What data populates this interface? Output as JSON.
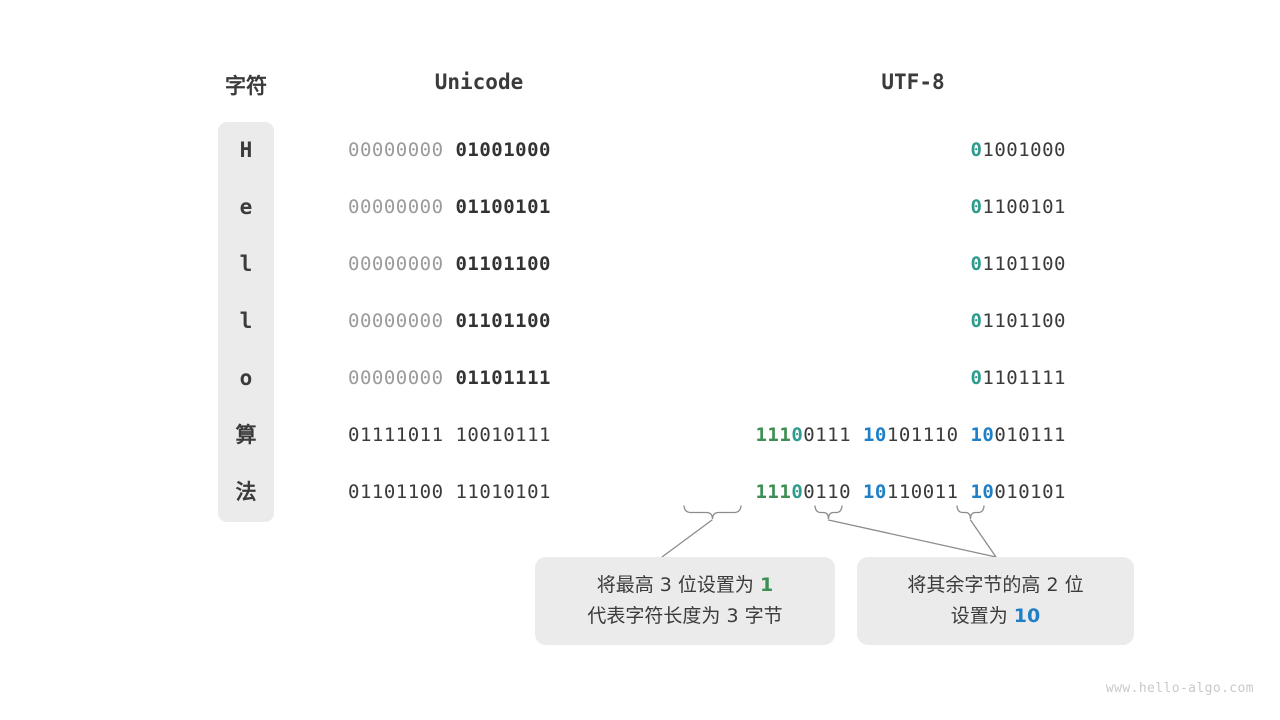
{
  "headers": {
    "char": "字符",
    "unicode": "Unicode",
    "utf8": "UTF-8"
  },
  "colors": {
    "green": "#3d8f53",
    "teal": "#2e9c8c",
    "blue": "#1f80c7",
    "dim": "#9b9b9b",
    "dark": "#333333",
    "box": "#ebebeb",
    "background": "#ffffff",
    "watermark": "#c9c9c9"
  },
  "rows": [
    {
      "char": "H",
      "unicode_high": "00000000",
      "unicode_low": "01001000",
      "utf8_parts": [
        {
          "text": "0",
          "style": "teal"
        },
        {
          "text": "1001000",
          "style": "plain"
        }
      ]
    },
    {
      "char": "e",
      "unicode_high": "00000000",
      "unicode_low": "01100101",
      "utf8_parts": [
        {
          "text": "0",
          "style": "teal"
        },
        {
          "text": "1100101",
          "style": "plain"
        }
      ]
    },
    {
      "char": "l",
      "unicode_high": "00000000",
      "unicode_low": "01101100",
      "utf8_parts": [
        {
          "text": "0",
          "style": "teal"
        },
        {
          "text": "1101100",
          "style": "plain"
        }
      ]
    },
    {
      "char": "l",
      "unicode_high": "00000000",
      "unicode_low": "01101100",
      "utf8_parts": [
        {
          "text": "0",
          "style": "teal"
        },
        {
          "text": "1101100",
          "style": "plain"
        }
      ]
    },
    {
      "char": "o",
      "unicode_high": "00000000",
      "unicode_low": "01101111",
      "utf8_parts": [
        {
          "text": "0",
          "style": "teal"
        },
        {
          "text": "1101111",
          "style": "plain"
        }
      ]
    },
    {
      "char": "算",
      "unicode_high": "01111011",
      "unicode_low": "10010111",
      "unicode_high_dim": false,
      "utf8_parts": [
        {
          "text": "111",
          "style": "green"
        },
        {
          "text": "0",
          "style": "teal"
        },
        {
          "text": "0111",
          "style": "plain"
        },
        {
          "text": " ",
          "style": "plain"
        },
        {
          "text": "10",
          "style": "blue"
        },
        {
          "text": "101110",
          "style": "plain"
        },
        {
          "text": " ",
          "style": "plain"
        },
        {
          "text": "10",
          "style": "blue"
        },
        {
          "text": "010111",
          "style": "plain"
        }
      ]
    },
    {
      "char": "法",
      "unicode_high": "01101100",
      "unicode_low": "11010101",
      "unicode_high_dim": false,
      "utf8_parts": [
        {
          "text": "111",
          "style": "green"
        },
        {
          "text": "0",
          "style": "teal"
        },
        {
          "text": "0110",
          "style": "plain"
        },
        {
          "text": " ",
          "style": "plain"
        },
        {
          "text": "10",
          "style": "blue"
        },
        {
          "text": "110011",
          "style": "plain"
        },
        {
          "text": " ",
          "style": "plain"
        },
        {
          "text": "10",
          "style": "blue"
        },
        {
          "text": "010101",
          "style": "plain"
        }
      ]
    }
  ],
  "callouts": {
    "left": {
      "line1_before": "将最高 3 位设置为 ",
      "line1_highlight": "1",
      "line2": "代表字符长度为 3 字节"
    },
    "right": {
      "line1": "将其余字节的高 2 位",
      "line2_before": "设置为 ",
      "line2_highlight": "10"
    }
  },
  "watermark": "www.hello-algo.com"
}
